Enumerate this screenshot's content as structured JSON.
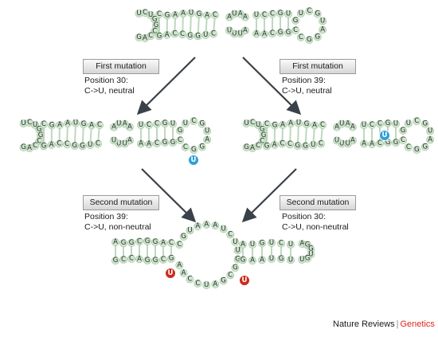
{
  "labels": [
    {
      "title": "First mutation",
      "lines": [
        "Position 30:",
        "C->U, neutral"
      ]
    },
    {
      "title": "First mutation",
      "lines": [
        "Position 39:",
        "C->U, neutral"
      ]
    },
    {
      "title": "Second mutation",
      "lines": [
        "Position 39:",
        "C->U, non-neutral"
      ]
    },
    {
      "title": "Second mutation",
      "lines": [
        "Position 30:",
        "C->U, non-neutral"
      ]
    }
  ],
  "credit": {
    "journal": "Nature Reviews",
    "separator": "|",
    "subjournal": "Genetics"
  },
  "colors": {
    "bead": "#cfe6cf",
    "bead_edge": "#9cbf9c",
    "link": "#bcd9bc",
    "arrow": "#3b4148",
    "neutral_mutation": "#2f9fd8",
    "non_neutral_mutation": "#cf2a1f"
  },
  "structures": [
    {
      "name": "original",
      "sequence": "UCUGGCCAGCGAAUGACAUAAUCCGUGUCGUAGGCCGGCAAAUU",
      "mutations": []
    },
    {
      "name": "mutant-position-30",
      "sequence": "UCUGGCCAGCGAAUGACAUAAUCCGUGUCGUAGGCCGGCAAAUU",
      "mutations": [
        {
          "nucleotide": "U",
          "kind": "neutral"
        }
      ]
    },
    {
      "name": "mutant-position-39",
      "sequence": "UCUGGCCAGCGAAUGACAUAAUCCGUGUCGUAGGCCGGCAAAUU",
      "mutations": [
        {
          "nucleotide": "U",
          "kind": "neutral"
        }
      ]
    },
    {
      "name": "double-mutant",
      "sequence": "AGGCGGACCGUAAAUCUUGGCGAUCCAAAUGUCUAGGUGUUGUA",
      "mutations": [
        {
          "nucleotide": "U",
          "kind": "non-neutral"
        },
        {
          "nucleotide": "U",
          "kind": "non-neutral"
        }
      ]
    }
  ]
}
